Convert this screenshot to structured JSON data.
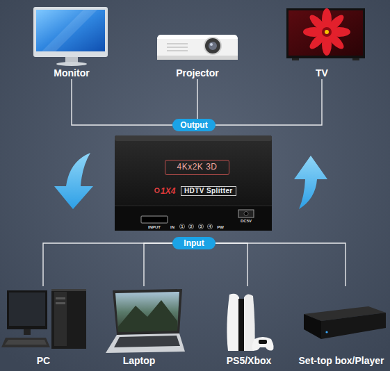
{
  "diagram": {
    "nodes": [
      {
        "text": [
          "Monitor"
        ]
      },
      {
        "text": [
          "Projector"
        ]
      },
      {
        "text": [
          "TV"
        ]
      },
      {
        "text": [
          "Output"
        ]
      },
      {
        "text": [
          "4Kx2K 3D",
          "1X4",
          "HDTV Splitter"
        ]
      },
      {
        "text": [
          "Input"
        ]
      },
      {
        "text": [
          "PC"
        ]
      },
      {
        "text": [
          "Laptop"
        ]
      },
      {
        "text": [
          "PS5/Xbox"
        ]
      },
      {
        "text": [
          "Set-top box/Player"
        ]
      }
    ],
    "edges": [
      {
        "from": 3,
        "to": 0,
        "arrow": "none"
      },
      {
        "from": 3,
        "to": 1,
        "arrow": "none"
      },
      {
        "from": 3,
        "to": 2,
        "arrow": "none"
      },
      {
        "from": 5,
        "to": 6,
        "arrow": "none"
      },
      {
        "from": 5,
        "to": 7,
        "arrow": "none"
      },
      {
        "from": 5,
        "to": 8,
        "arrow": "none"
      },
      {
        "from": 5,
        "to": 9,
        "arrow": "none"
      }
    ],
    "labels": [
      "INPUT",
      "IN",
      "1",
      "2",
      "3",
      "4",
      "PW",
      "DC5V"
    ]
  }
}
